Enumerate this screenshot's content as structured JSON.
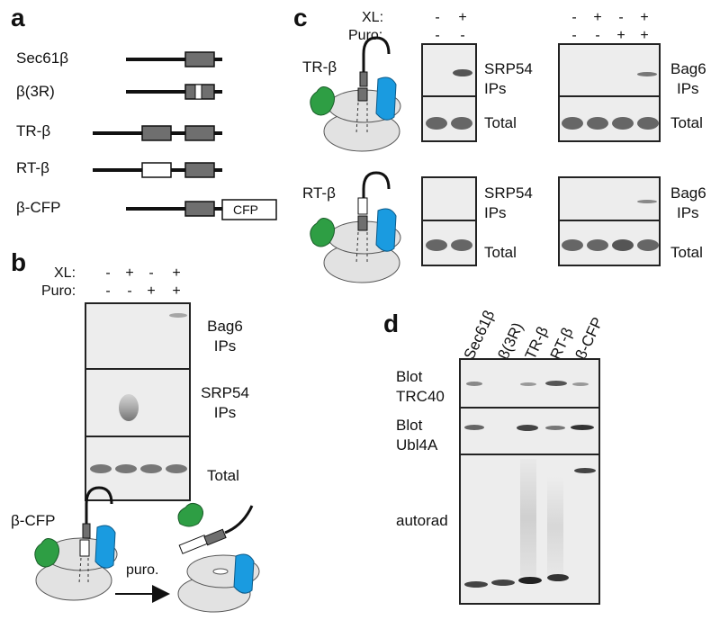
{
  "panels": {
    "a": "a",
    "b": "b",
    "c": "c",
    "d": "d"
  },
  "panel_a": {
    "constructs": [
      "Sec61β",
      "β(3R)",
      "TR-β",
      "RT-β",
      "β-CFP"
    ],
    "cfp_label": "CFP"
  },
  "panel_b": {
    "xl_label": "XL:",
    "puro_label": "Puro:",
    "xl": [
      "-",
      "+",
      "-",
      "+"
    ],
    "puro": [
      "-",
      "-",
      "+",
      "+"
    ],
    "row_bag6": [
      "Bag6",
      "IPs"
    ],
    "row_srp54": [
      "SRP54",
      "IPs"
    ],
    "row_total": "Total",
    "construct": "β-CFP",
    "arrow_label": "puro."
  },
  "panel_c": {
    "xl_label": "XL:",
    "puro_label": "Puro:",
    "left_xl": [
      "-",
      "+"
    ],
    "left_puro": [
      "-",
      "-"
    ],
    "right_xl": [
      "-",
      "+",
      "-",
      "+"
    ],
    "right_puro": [
      "-",
      "-",
      "+",
      "+"
    ],
    "rows": [
      "TR-β",
      "RT-β"
    ],
    "srp54": [
      "SRP54",
      "IPs"
    ],
    "bag6": [
      "Bag6",
      "IPs"
    ],
    "total": "Total"
  },
  "panel_d": {
    "lanes": [
      "Sec61β",
      "β(3R)",
      "TR-β",
      "RT-β",
      "β-CFP"
    ],
    "row_trc40": [
      "Blot",
      "TRC40"
    ],
    "row_ubl4a": [
      "Blot",
      "Ubl4A"
    ],
    "row_autorad": "autorad"
  },
  "colors": {
    "green": "#2e9e44",
    "blue": "#1a9be0",
    "gray_box": "#6f6f6f",
    "ribosome": "#e2e2e2"
  }
}
